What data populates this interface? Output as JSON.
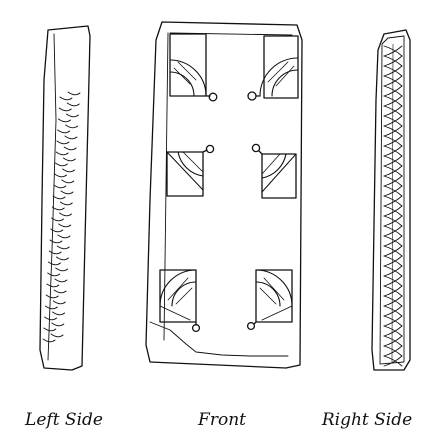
{
  "figure": {
    "views": [
      {
        "id": "left",
        "caption": "Left Side"
      },
      {
        "id": "front",
        "caption": "Front"
      },
      {
        "id": "right",
        "caption": "Right Side"
      }
    ]
  },
  "style": {
    "ink": "#111111",
    "paper": "#ffffff"
  }
}
